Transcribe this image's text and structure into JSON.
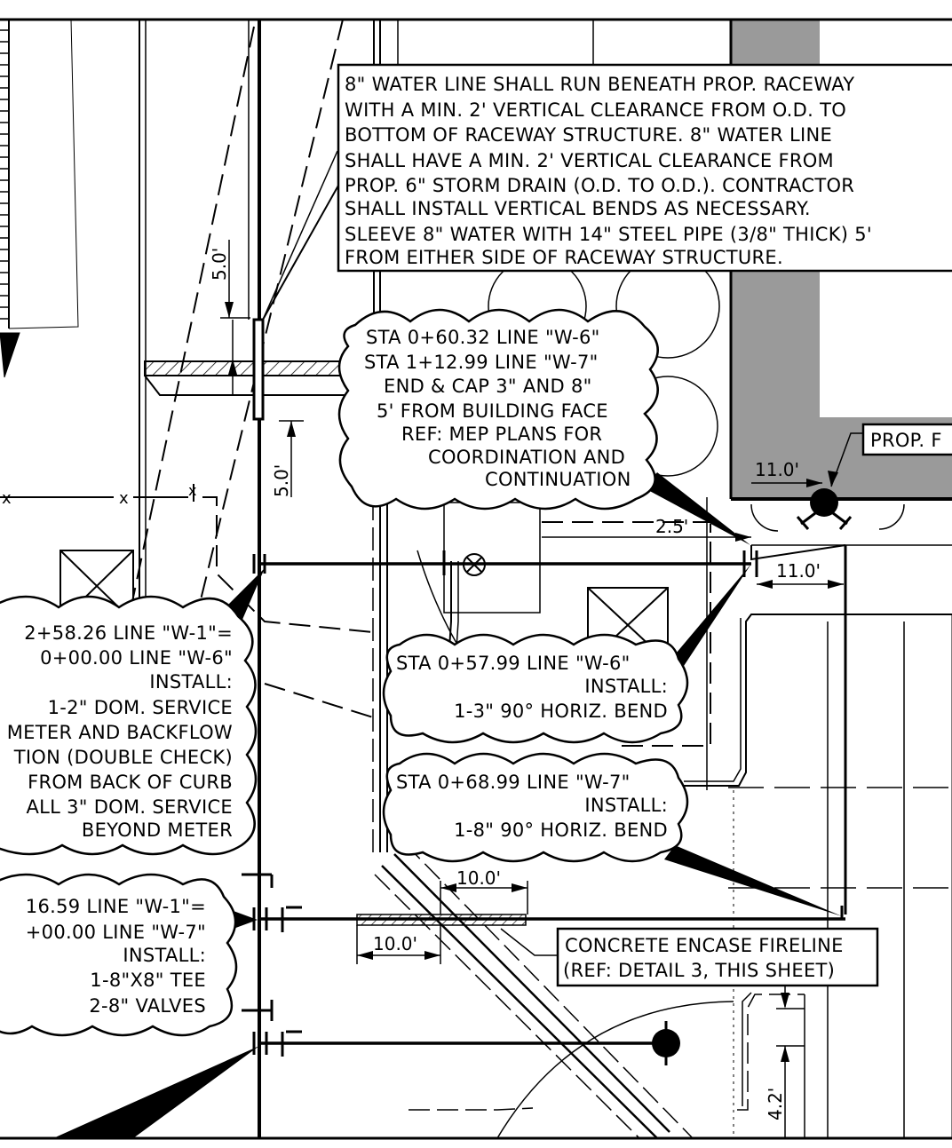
{
  "notes": {
    "raceway": [
      "8\" WATER LINE SHALL RUN BENEATH PROP. RACEWAY",
      "WITH A MIN. 2' VERTICAL CLEARANCE FROM O.D. TO",
      "BOTTOM OF RACEWAY STRUCTURE. 8\" WATER LINE",
      "SHALL HAVE A MIN. 2' VERTICAL CLEARANCE FROM",
      "PROP. 6\" STORM DRAIN (O.D. TO O.D.). CONTRACTOR",
      "SHALL INSTALL VERTICAL BENDS AS NECESSARY.",
      "SLEEVE 8\" WATER WITH 14\" STEEL PIPE (3/8\" THICK) 5'",
      "FROM EITHER SIDE OF RACEWAY STRUCTURE."
    ],
    "end_cap": [
      "STA 0+60.32 LINE \"W-6\"",
      "STA 1+12.99 LINE \"W-7\"",
      "END & CAP 3\" AND 8\"",
      "5' FROM BUILDING FACE",
      "REF: MEP PLANS FOR",
      "COORDINATION AND",
      "CONTINUATION"
    ],
    "meter": [
      "2+58.26 LINE \"W-1\"=",
      "0+00.00 LINE \"W-6\"",
      "INSTALL:",
      "1-2\" DOM. SERVICE",
      "METER AND BACKFLOW",
      "TION (DOUBLE CHECK)",
      "FROM BACK OF CURB",
      "ALL 3\" DOM. SERVICE",
      "BEYOND METER"
    ],
    "bend_w6": [
      "STA 0+57.99 LINE \"W-6\"",
      "INSTALL:",
      "1-3\" 90° HORIZ. BEND"
    ],
    "bend_w7": [
      "STA 0+68.99 LINE \"W-7\"",
      "INSTALL:",
      "1-8\" 90° HORIZ. BEND"
    ],
    "tee": [
      "16.59 LINE \"W-1\"=",
      "+00.00 LINE \"W-7\"",
      "INSTALL:",
      "1-8\"X8\" TEE",
      "2-8\" VALVES"
    ],
    "concrete": [
      "CONCRETE ENCASE FIRELINE",
      "(REF: DETAIL 3, THIS SHEET)"
    ],
    "prop": "PROP. F"
  },
  "dimensions": {
    "d_5_0_upper": "5.0'",
    "d_5_0_lower": "5.0'",
    "d_11_0_upper": "11.0'",
    "d_11_0_lower": "11.0'",
    "d_2_5": "2.5'",
    "d_10_0_upper": "10.0'",
    "d_10_0_lower": "10.0'",
    "d_4_2": "4.2'"
  },
  "colors": {
    "line": "#000000",
    "building_fill": "#9a9a9a",
    "background": "#ffffff"
  }
}
